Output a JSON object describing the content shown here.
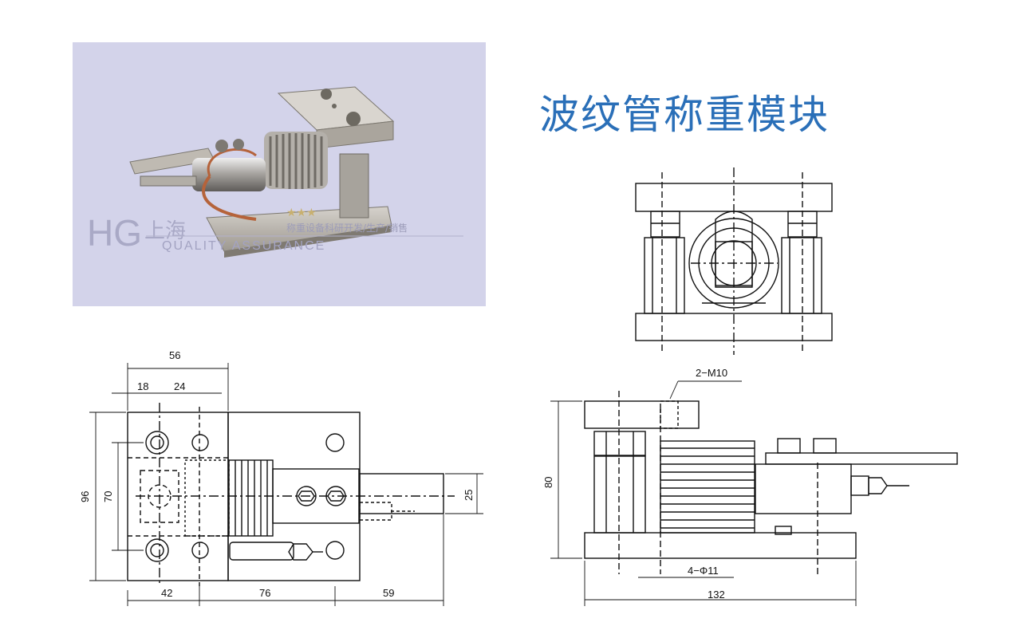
{
  "title": "波纹管称重模块",
  "photo": {
    "logo": "HG",
    "watermark_city": "上海",
    "watermark_stars": "★★★",
    "watermark_tagline": "称重设备科研开发/生产/销售",
    "watermark_quality": "QUALITY ASSURANCE"
  },
  "colors": {
    "title": "#2a6fb8",
    "photo_bg": "#d3d3ea",
    "line": "#111111"
  },
  "top_view": {
    "dims": {
      "width_total": "56",
      "offset_a": "18",
      "offset_b": "24",
      "height_total": "96",
      "height_inner": "70",
      "tab_width": "25",
      "span_left": "42",
      "span_mid": "76",
      "span_right": "59"
    }
  },
  "side_view": {
    "dims": {
      "thread": "2−M10",
      "height": "80",
      "holes": "4−Φ11",
      "length": "132"
    }
  }
}
